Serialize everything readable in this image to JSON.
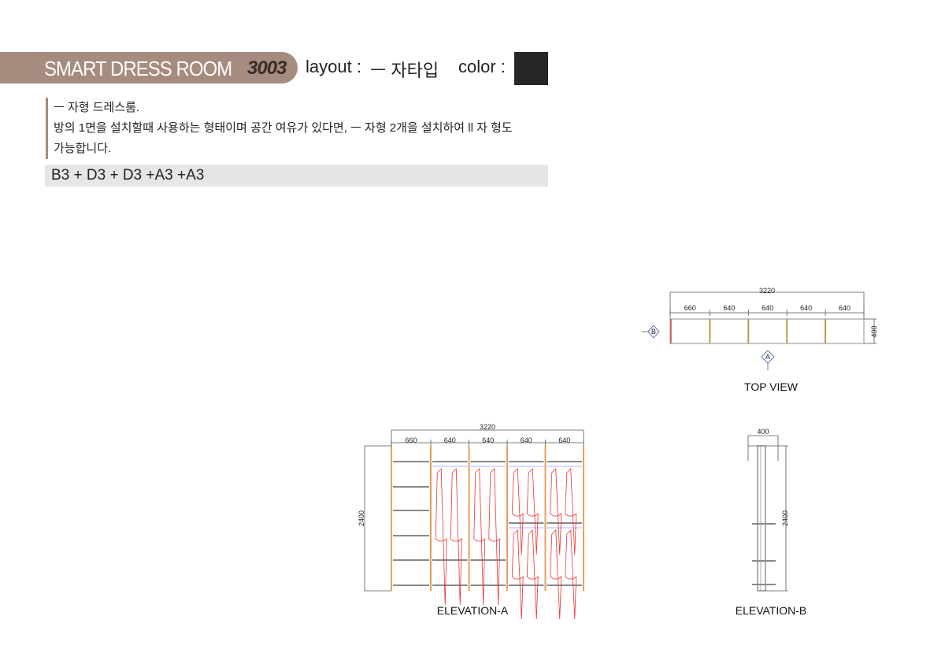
{
  "header": {
    "title": "SMART DRESS ROOM",
    "model": "3003",
    "layout_label": "layout :",
    "layout_value": "ㅡ 자타입",
    "color_label": "color :",
    "color_swatch": "#262626"
  },
  "description": {
    "lines": [
      "ㅡ 자형 드레스룸.",
      "방의 1면을 설치할때 사용하는 형태이며 공간 여유가 있다면, ㅡ 자형 2개을 설치하여  ll 자 형도",
      "가능합니다."
    ]
  },
  "combination": "B3 + D3 + D3 +A3 +A3",
  "top_view": {
    "label": "TOP VIEW",
    "total": "3220",
    "widths": [
      "660",
      "640",
      "640",
      "640",
      "640"
    ],
    "depth": "400",
    "marker_a": "A",
    "marker_b": "B"
  },
  "elevation_a": {
    "label": "ELEVATION-A",
    "total": "3220",
    "widths": [
      "660",
      "640",
      "640",
      "640",
      "640"
    ],
    "height": "2400"
  },
  "elevation_b": {
    "label": "ELEVATION-B",
    "depth": "400",
    "height": "2400"
  }
}
